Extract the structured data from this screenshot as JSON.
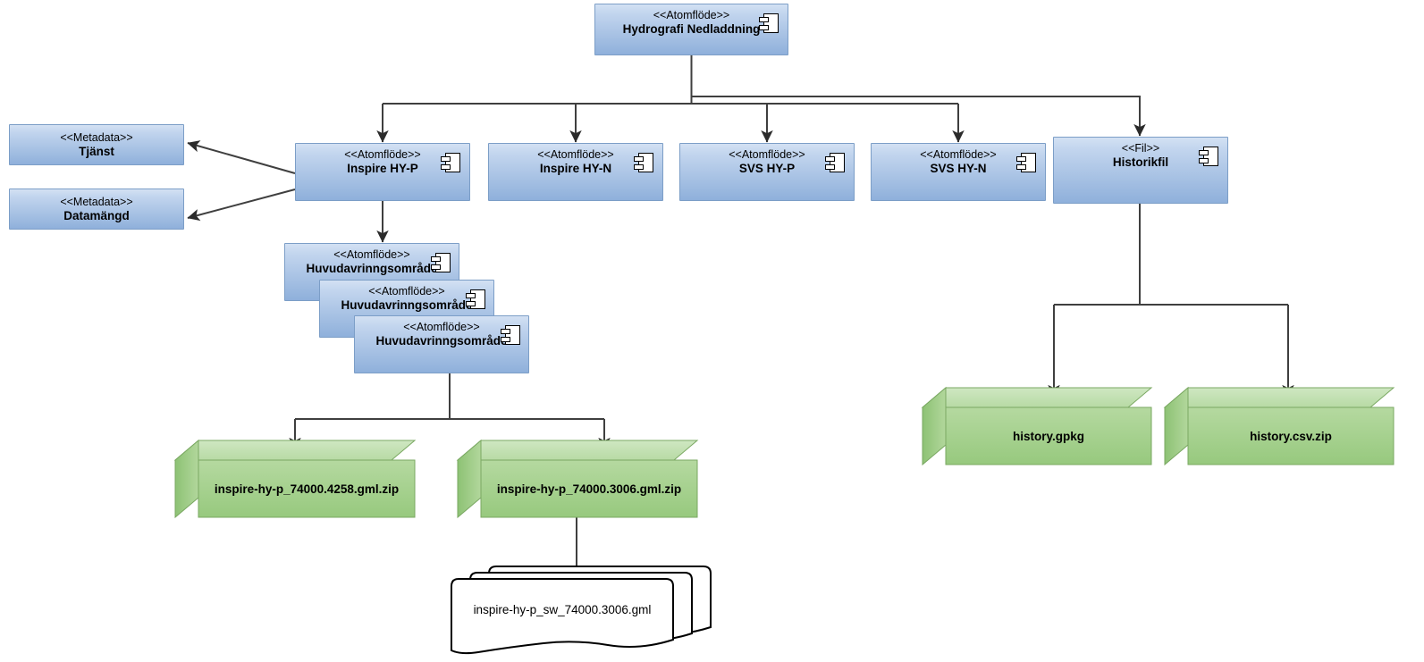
{
  "diagram": {
    "title": "Hydrografi Nedladdning",
    "colors": {
      "component_fill_top": "#d3e1f3",
      "component_fill_bottom": "#8fb0db",
      "component_border": "#7c9ec7",
      "artifact_fill": "#a8d08d",
      "artifact_border": "#70a35a",
      "edge": "#3f3f3f",
      "document_border": "#000000",
      "background": "#ffffff"
    }
  },
  "components": {
    "root": {
      "stereotype": "<<Atomflöde>>",
      "name": "Hydrografi Nedladdning",
      "icon": "uml-component-icon"
    },
    "metadata_tjanst": {
      "stereotype": "<<Metadata>>",
      "name": "Tjänst",
      "icon": "none"
    },
    "metadata_datamangd": {
      "stereotype": "<<Metadata>>",
      "name": "Datamängd",
      "icon": "none"
    },
    "inspire_hy_p": {
      "stereotype": "<<Atomflöde>>",
      "name": "Inspire HY-P",
      "icon": "uml-component-icon"
    },
    "inspire_hy_n": {
      "stereotype": "<<Atomflöde>>",
      "name": "Inspire HY-N",
      "icon": "uml-component-icon"
    },
    "svs_hy_p": {
      "stereotype": "<<Atomflöde>>",
      "name": "SVS HY-P",
      "icon": "uml-component-icon"
    },
    "svs_hy_n": {
      "stereotype": "<<Atomflöde>>",
      "name": "SVS HY-N",
      "icon": "uml-component-icon"
    },
    "historikfil": {
      "stereotype": "<<Fil>>",
      "name": "Historikfil",
      "icon": "uml-component-icon"
    },
    "huvudavrinning_1": {
      "stereotype": "<<Atomflöde>>",
      "name": "Huvudavrinngsområde",
      "icon": "uml-component-icon"
    },
    "huvudavrinning_2": {
      "stereotype": "<<Atomflöde>>",
      "name": "Huvudavrinngsområde",
      "icon": "uml-component-icon"
    },
    "huvudavrinning_3": {
      "stereotype": "<<Atomflöde>>",
      "name": "Huvudavrinngsområde",
      "icon": "uml-component-icon"
    }
  },
  "artifacts": {
    "gml_zip_4258": {
      "name": "inspire-hy-p_74000.4258.gml.zip"
    },
    "gml_zip_3006": {
      "name": "inspire-hy-p_74000.3006.gml.zip"
    },
    "history_gpkg": {
      "name": "history.gpkg"
    },
    "history_csv_zip": {
      "name": "history.csv.zip"
    }
  },
  "documents": {
    "gml_file": {
      "name": "inspire-hy-p_sw_74000.3006.gml",
      "copies": 3
    }
  }
}
